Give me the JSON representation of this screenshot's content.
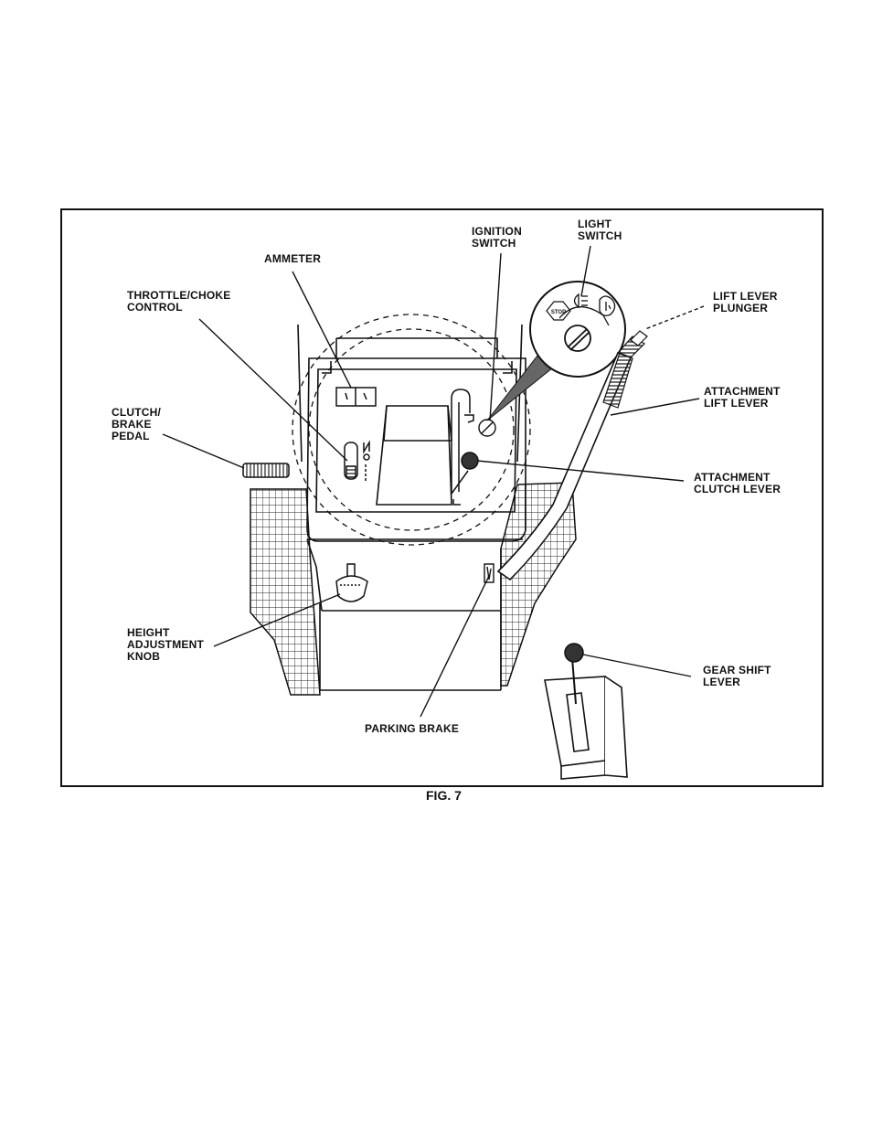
{
  "figure": {
    "caption": "FIG. 7",
    "labels": {
      "ammeter": "AMMETER",
      "throttle_choke": "THROTTLE/CHOKE\nCONTROL",
      "clutch_brake": "CLUTCH/\nBRAKE\nPEDAL",
      "ignition": "IGNITION\nSWITCH",
      "light_switch": "LIGHT\nSWITCH",
      "lift_plunger": "LIFT LEVER\nPLUNGER",
      "attachment_lift": "ATTACHMENT\nLIFT LEVER",
      "attachment_clutch": "ATTACHMENT\nCLUTCH LEVER",
      "height_knob": "HEIGHT\nADJUSTMENT\nKNOB",
      "gear_shift": "GEAR SHIFT\nLEVER",
      "parking_brake": "PARKING BRAKE"
    },
    "icons": {
      "stop": "STOP"
    }
  }
}
